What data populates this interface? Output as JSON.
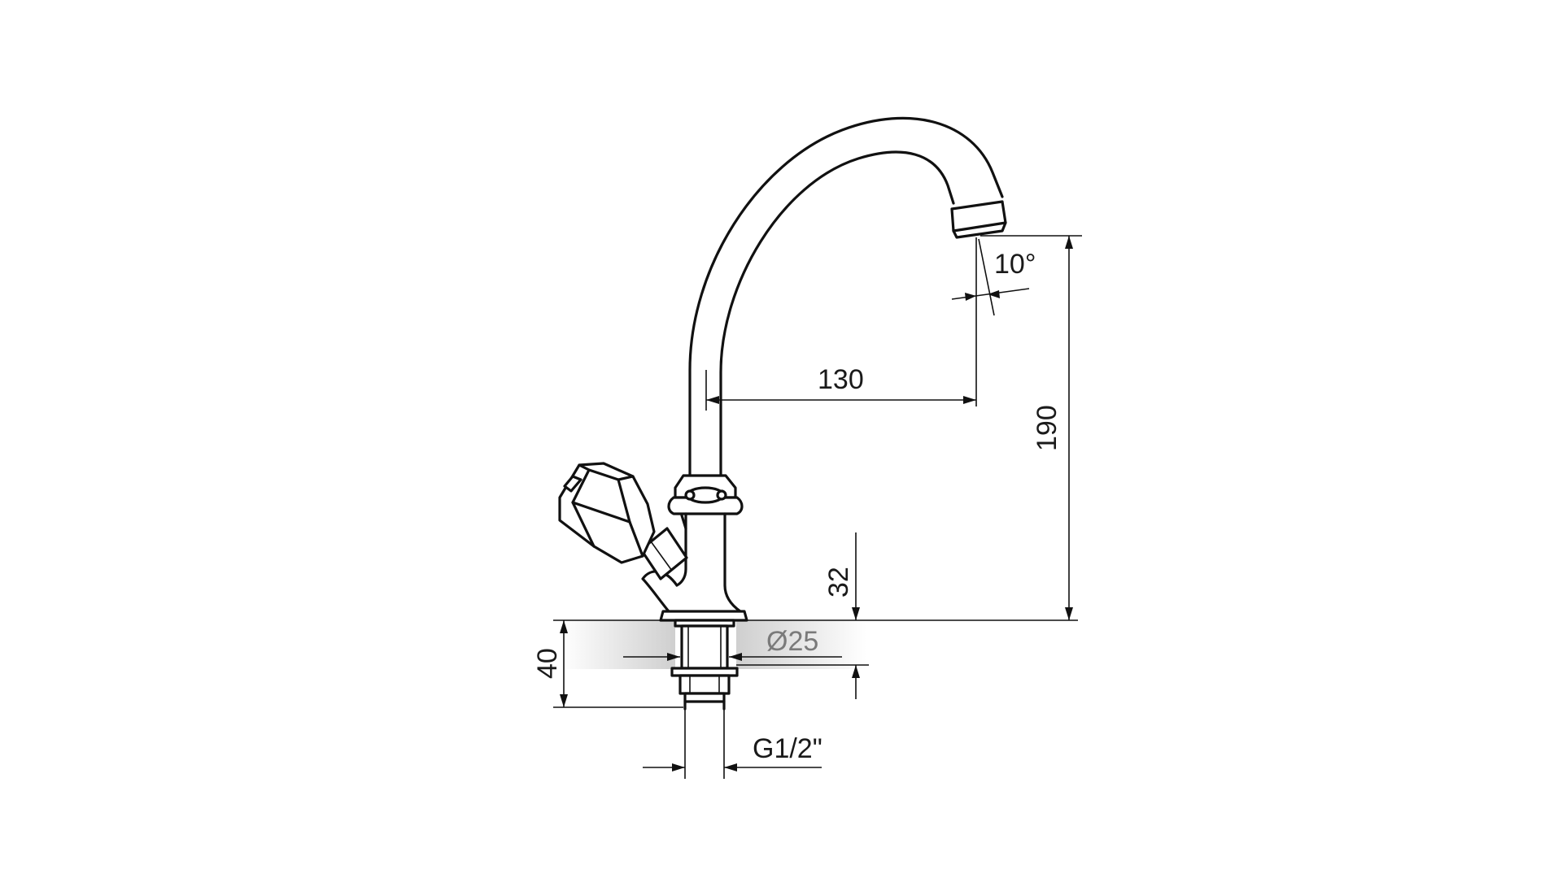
{
  "diagram": {
    "dimensions": {
      "angle": "10°",
      "reach": "130",
      "height_total": "190",
      "height_base": "32",
      "diameter": "Ø25",
      "mount_depth": "40",
      "thread": "G1/2\""
    },
    "colors": {
      "line": "#111111",
      "text": "#1a1a1a",
      "counter_shade": "#d9d9d9",
      "muted_text": "#7a7a7a"
    }
  }
}
